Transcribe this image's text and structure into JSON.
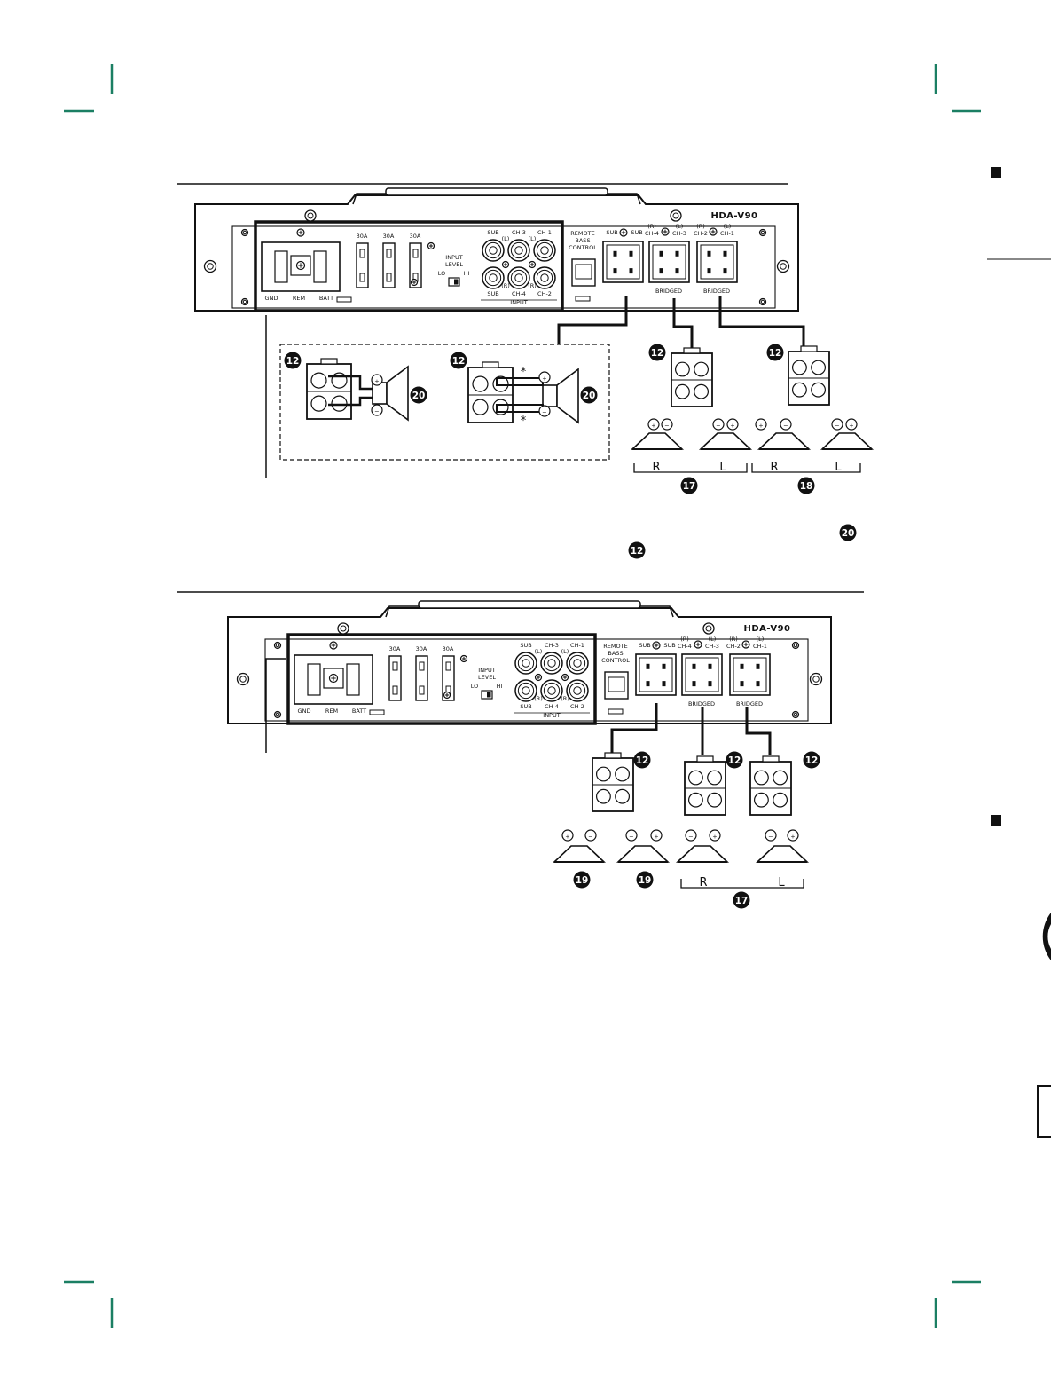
{
  "model": "HDA-V90",
  "circled_numbers": {
    "12": "12",
    "17": "17",
    "18": "18",
    "19": "19",
    "20": "20"
  },
  "panel": {
    "fuses": [
      "30A",
      "30A",
      "30A"
    ],
    "power": [
      "GND",
      "REM",
      "BATT"
    ],
    "input_level": {
      "title_line1": "INPUT",
      "title_line2": "LEVEL",
      "lo": "LO",
      "hi": "HI"
    },
    "rca_top": [
      "SUB",
      "CH-3",
      "CH-1"
    ],
    "rca_bottom": [
      "SUB",
      "CH-4",
      "CH-2"
    ],
    "rca_top_side": [
      "(L)",
      "(L)"
    ],
    "rca_bottom_side": [
      "(R)",
      "(R)"
    ],
    "input_caption": "INPUT",
    "remote": [
      "REMOTE",
      "BASS",
      "CONTROL"
    ],
    "out_sub": "SUB",
    "out_sub2": "SUB",
    "out_ch4": "CH-4",
    "out_ch3": "CH-3",
    "out_ch2": "CH-2",
    "out_ch1": "CH-1",
    "out_r": "(R)",
    "out_l": "(L)",
    "bridged": "BRIDGED"
  },
  "symbols": {
    "plus": "+",
    "minus": "−",
    "asterisk": "*"
  },
  "speaker_labels": {
    "r": "R",
    "l": "L"
  },
  "colors": {
    "ink": "#1a1a1a",
    "crop_marks": "#1b7f63",
    "background": "#ffffff"
  }
}
